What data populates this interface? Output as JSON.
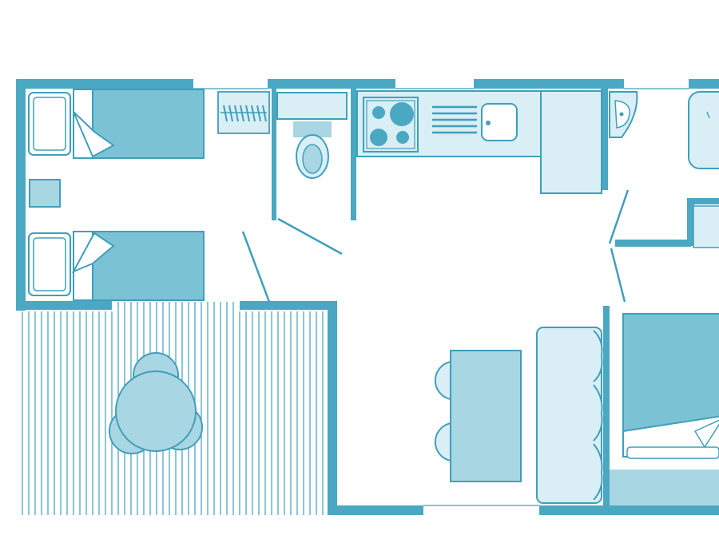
{
  "colors": {
    "wall": "#4aa8c2",
    "line": "#3f9fbb",
    "bed": "#7bc2d4",
    "furniture_mid": "#a9d6e3",
    "furniture_light": "#d9eef5",
    "table": "#9fd0e0",
    "background": "#ffffff"
  },
  "rooms": [
    {
      "name": "bedroom-twin",
      "furniture": [
        "single-bed",
        "single-bed",
        "bedside-table",
        "wardrobe"
      ]
    },
    {
      "name": "wc",
      "furniture": [
        "toilet",
        "cistern",
        "shelf"
      ]
    },
    {
      "name": "kitchen",
      "furniture": [
        "hob",
        "draining-board",
        "sink",
        "fridge"
      ]
    },
    {
      "name": "living-room",
      "furniture": [
        "dining-table",
        "stool",
        "stool",
        "sofa"
      ]
    },
    {
      "name": "bathroom",
      "furniture": [
        "washbasin",
        "shower"
      ]
    },
    {
      "name": "bedroom-double",
      "furniture": [
        "double-bed"
      ]
    },
    {
      "name": "terrace",
      "furniture": [
        "round-table",
        "chair",
        "chair",
        "chair",
        "chair"
      ]
    }
  ]
}
